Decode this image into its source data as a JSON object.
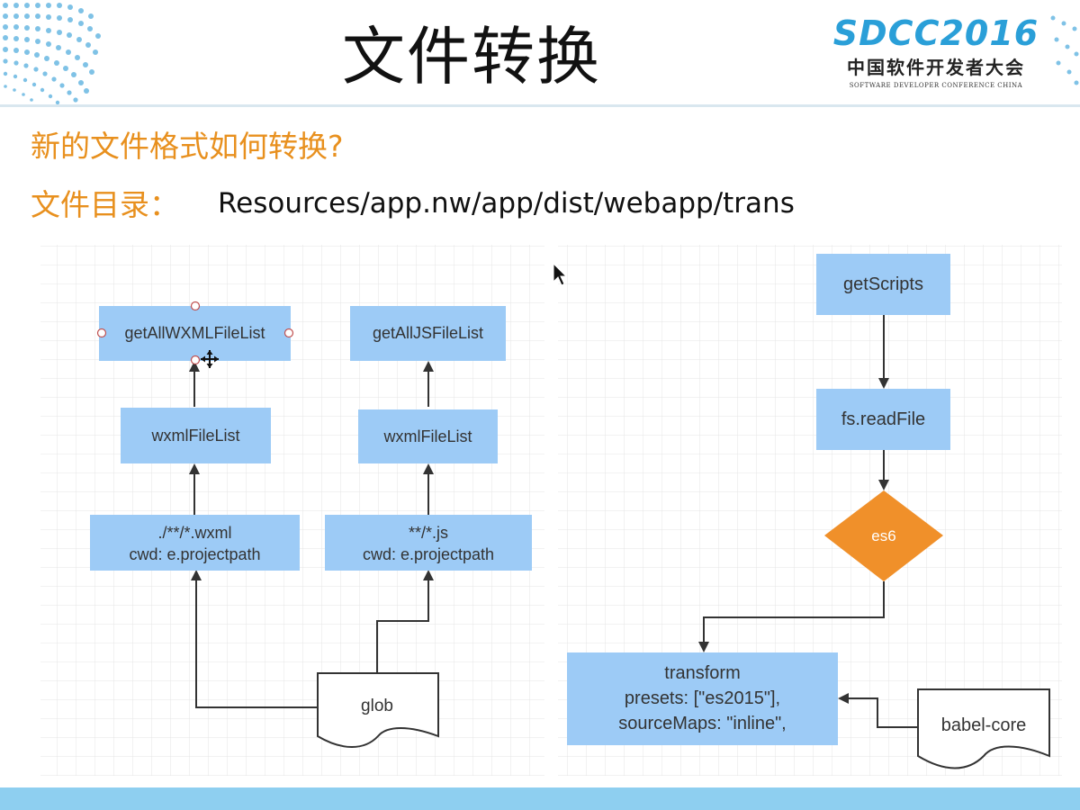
{
  "slide": {
    "title": "文件转换",
    "question": "新的文件格式如何转换?",
    "dir_label": "文件目录：",
    "dir_path": "Resources/app.nw/app/dist/webapp/trans"
  },
  "logo": {
    "main": "SDCC2016",
    "cn": "中国软件开发者大会",
    "en": "SOFTWARE DEVELOPER CONFERENCE CHINA"
  },
  "diagram": {
    "left": {
      "wxml_target": "getAllWXMLFileList",
      "js_target": "getAllJSFileList",
      "wxml_list": "wxmlFileList",
      "js_list": "wxmlFileList",
      "wxml_glob_line1": "./**/*.wxml",
      "wxml_glob_line2": "cwd: e.projectpath",
      "js_glob_line1": "**/*.js",
      "js_glob_line2": "cwd: e.projectpath",
      "source": "glob"
    },
    "right": {
      "get_scripts": "getScripts",
      "read_file": "fs.readFile",
      "decision": "es6",
      "transform_line1": "transform",
      "transform_line2": "presets: [\"es2015\"],",
      "transform_line3": "sourceMaps: \"inline\",",
      "babel": "babel-core"
    }
  },
  "colors": {
    "node_fill": "#9dcbf6",
    "decision_fill": "#f0902a",
    "accent_text": "#e8901e",
    "logo_blue": "#2a9fd8",
    "arrow": "#333333"
  },
  "icons": {
    "cursor": "mouse-pointer-icon",
    "move": "move-icon"
  }
}
